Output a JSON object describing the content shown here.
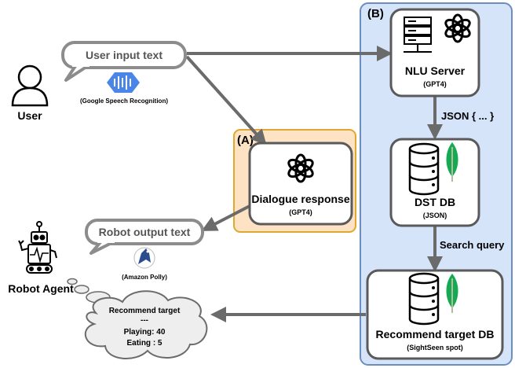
{
  "user": {
    "label": "User",
    "bubble_text": "User input text",
    "speech_service": "(Google Speech Recognition)"
  },
  "robot": {
    "label": "Robot Agent",
    "bubble_text": "Robot output text",
    "tts_service": "(Amazon Polly)"
  },
  "group_a": {
    "label": "(A)",
    "node_title": "Dialogue response",
    "node_sub": "(GPT4)"
  },
  "group_b": {
    "label": "(B)",
    "nlu": {
      "title": "NLU Server",
      "sub": "(GPT4)"
    },
    "dst": {
      "title": "DST DB",
      "sub": "(JSON)"
    },
    "recommend": {
      "title": "Recommend target DB",
      "sub": "(SightSeen spot)"
    },
    "edge_json": "JSON { ... }",
    "edge_search": "Search query"
  },
  "cloud": {
    "title": "Recommend target",
    "separator": "---",
    "line1": "Playing: 40",
    "line2": "Eating : 5"
  },
  "colors": {
    "group_a_fill": "#fde2c4",
    "group_a_stroke": "#e0a82e",
    "group_b_fill": "#d6e4fa",
    "group_b_stroke": "#6c8ebf",
    "node_stroke": "#5a5a5a",
    "arrow": "#6b6b6b",
    "mongo_green": "#13aa52",
    "google_blue": "#4a86e8"
  },
  "icons": [
    "user-icon",
    "robot-icon",
    "openai-icon",
    "server-icon",
    "database-icon",
    "mongodb-leaf-icon",
    "google-speech-icon",
    "amazon-polly-icon"
  ]
}
